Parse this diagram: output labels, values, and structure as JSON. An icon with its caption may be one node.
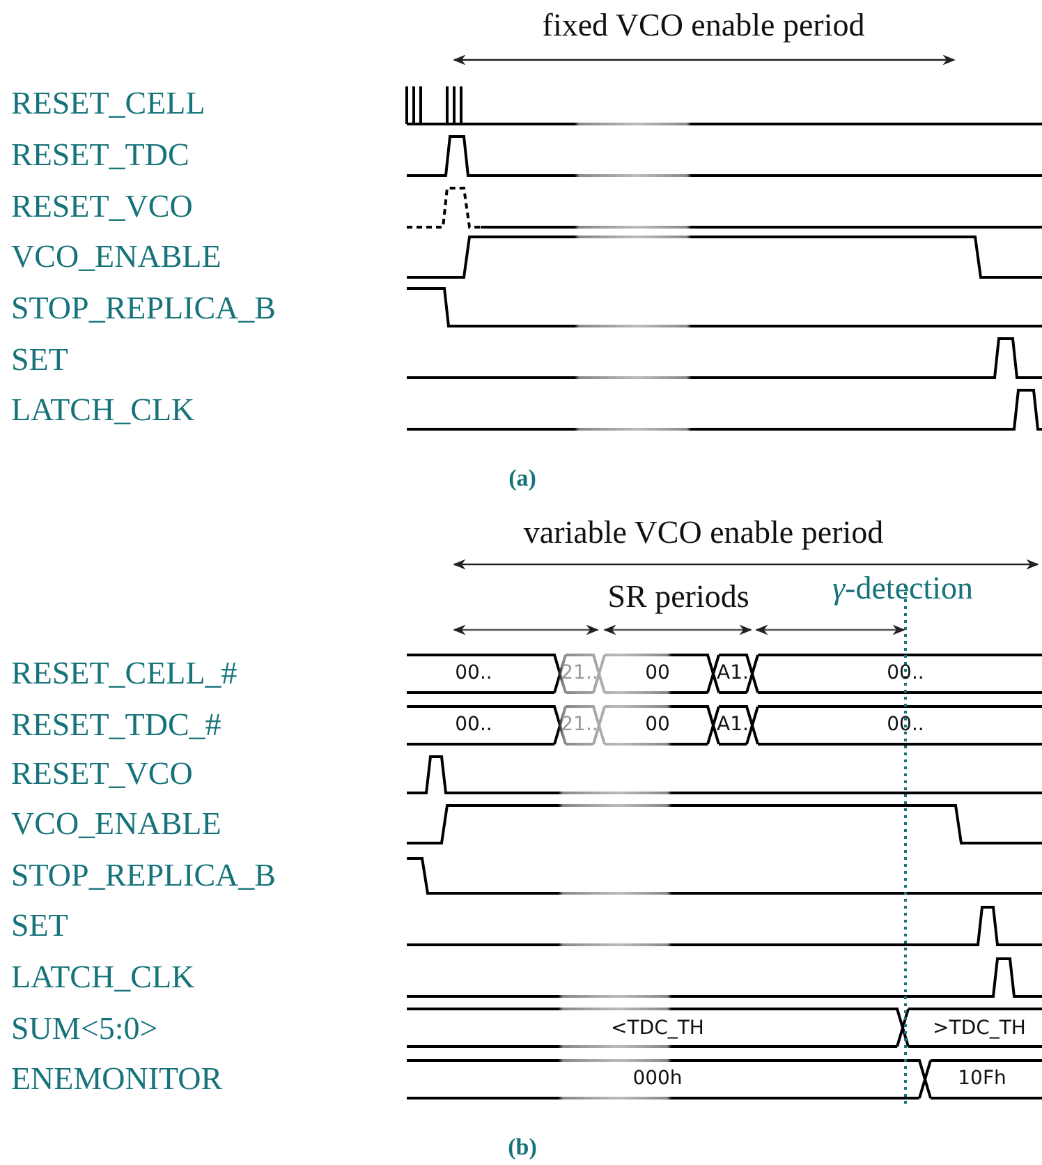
{
  "diagram": {
    "labels": [
      "fixed VCO enable period",
      "RESET_CELL",
      "RESET_TDC",
      "RESET_VCO",
      "VCO_ENABLE",
      "STOP_REPLICA_B",
      "SET",
      "LATCH_CLK",
      "(a)",
      "variable VCO enable period",
      "SR periods",
      "*γ*-detection",
      "RESET_CELL_#",
      "00..",
      "21..",
      "00",
      "A1.",
      "00..",
      "RESET_TDC_#",
      "00..",
      "21..",
      "00",
      "A1.",
      "00..",
      "RESET_VCO",
      "VCO_ENABLE",
      "STOP_REPLICA_B",
      "SET",
      "LATCH_CLK",
      "SUM<5:0>",
      "<TDC_TH",
      ">TDC_TH",
      "ENEMONITOR",
      "000h",
      "10Fh",
      "(b)"
    ]
  }
}
